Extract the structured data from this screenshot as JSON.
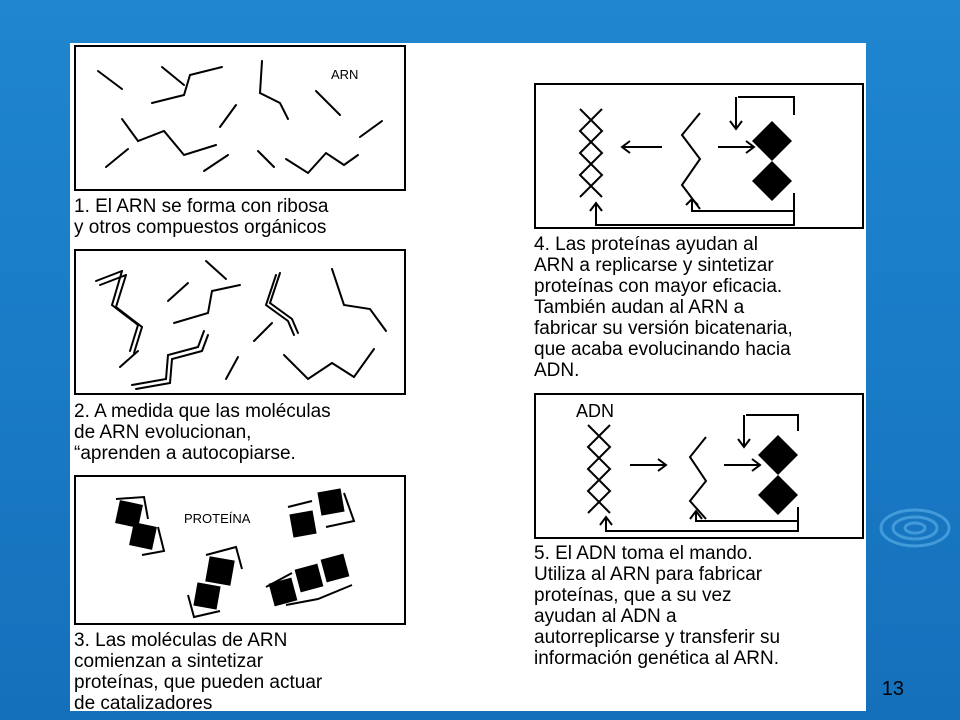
{
  "slide": {
    "number": "13",
    "colors": {
      "background": "#1a7cc7",
      "figure_bg": "#ffffff",
      "ink": "#000000"
    }
  },
  "panels": [
    {
      "id": "p1",
      "label": "ARN",
      "caption": "1. El ARN se forma con ribosa\ny otros compuestos orgánicos"
    },
    {
      "id": "p2",
      "label": "",
      "caption": "2. A medida que las moléculas\nde ARN evolucionan,\n“aprenden a autocopiarse."
    },
    {
      "id": "p3",
      "label": "PROTEÍNA",
      "caption": "3. Las moléculas de ARN\ncomienzan a sintetizar\nproteínas, que pueden actuar\nde catalizadores"
    },
    {
      "id": "p4",
      "label": "",
      "caption": "4. Las proteínas ayudan al\nARN a replicarse y sintetizar\nproteínas con mayor eficacia.\nTambién audan al ARN a\nfabricar su versión bicatenaria,\nque acaba evolucinando hacia\nADN."
    },
    {
      "id": "p5",
      "label": "ADN",
      "caption": "5. El ADN toma el mando.\nUtiliza al ARN para fabricar\nproteínas, que a su vez\nayudan al ADN a\nautorreplicarse y transferir su\ninformación genética al ARN."
    }
  ]
}
